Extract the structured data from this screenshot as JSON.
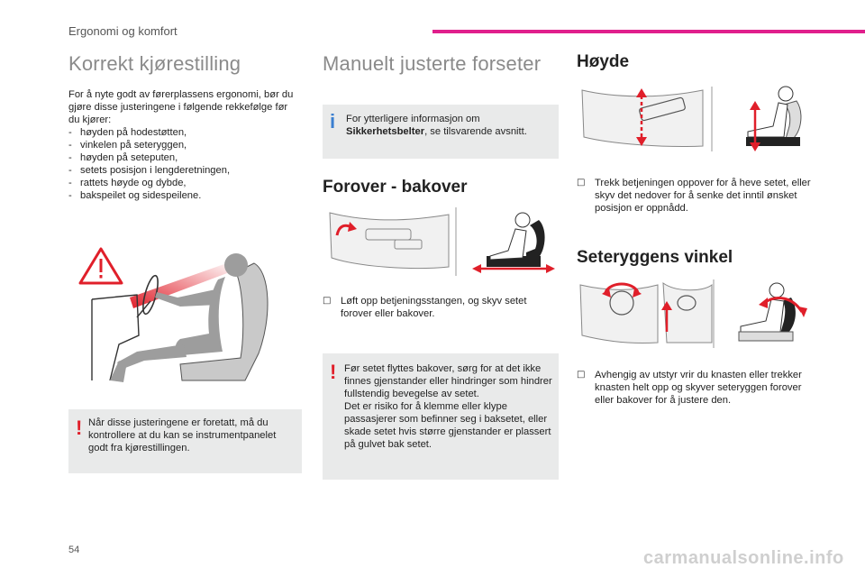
{
  "header": {
    "section": "Ergonomi og komfort"
  },
  "col1": {
    "title": "Korrekt kjørestilling",
    "intro": "For å nyte godt av førerplassens ergonomi, bør du gjøre disse justeringene i følgende rekkefølge før du kjører:",
    "steps": [
      "høyden på hodestøtten,",
      "vinkelen på seteryggen,",
      "høyden på seteputen,",
      "setets posisjon i lengderetningen,",
      "rattets høyde og dybde,",
      "bakspeilet og sidespeilene."
    ],
    "warning": "Når disse justeringene er foretatt, må du kontrollere at du kan se instrumentpanelet godt fra kjørestillingen."
  },
  "col2": {
    "title": "Manuelt justerte forseter",
    "info_prefix": "For ytterligere informasjon om",
    "info_bold": "Sikkerhetsbelter",
    "info_suffix": ", se tilsvarende avsnitt.",
    "sub_title": "Forover - bakover",
    "bullet": "Løft opp betjeningsstangen, og skyv setet forover eller bakover.",
    "warning": "Før setet flyttes bakover, sørg for at det ikke finnes gjenstander eller hindringer som hindrer fullstendig bevegelse av setet.\nDet er risiko for å klemme eller klype passasjerer som befinner seg i baksetet, eller skade setet hvis større gjenstander er plassert på gulvet bak setet."
  },
  "col3": {
    "title_height": "Høyde",
    "bullet_height": "Trekk betjeningen oppover for å heve setet, eller skyv det nedover for å senke det inntil ønsket posisjon er oppnådd.",
    "title_angle": "Seteryggens vinkel",
    "bullet_angle": "Avhengig av utstyr vrir du knasten eller trekker knasten helt opp og skyver seteryggen forover eller bakover for å justere den."
  },
  "footer": {
    "page_number": "54",
    "watermark": "carmanualsonline.info"
  },
  "colors": {
    "accent_pink": "#e01f8c",
    "warning_red": "#e01f2a",
    "info_blue": "#3a7fd0",
    "box_grey": "#e9eaea"
  },
  "icons": {
    "bullet": "square-bullet-icon"
  }
}
